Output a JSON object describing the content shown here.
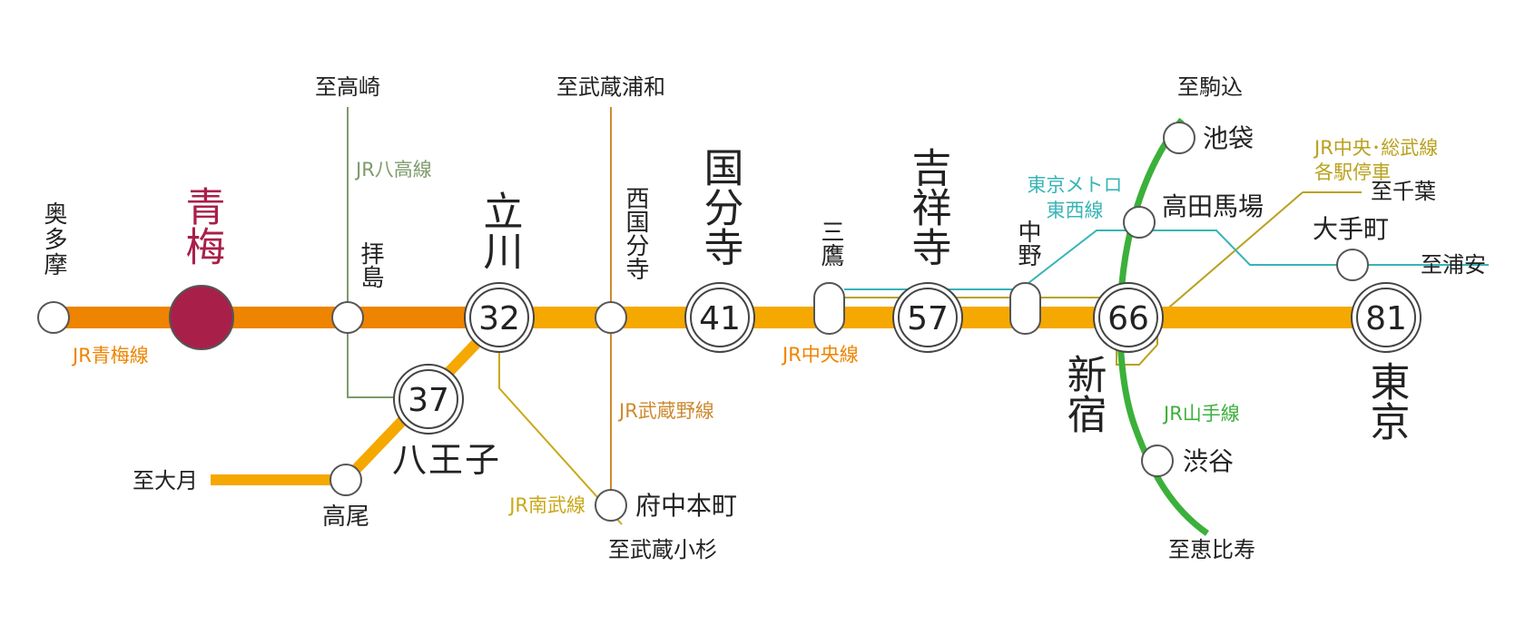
{
  "colors": {
    "ome_line": "#ee8400",
    "chuo_line": "#f5a800",
    "hachiko": "#7d9b6b",
    "musashino": "#cd8a2e",
    "nambu": "#c9a818",
    "tozai": "#38b4b7",
    "yamanote": "#3bb03a",
    "sobu": "#b9a11e",
    "ome_station": "#a8204a"
  },
  "stations": {
    "okutama": "奥多摩",
    "ome": "青梅",
    "haijima": "拝島",
    "tachikawa": "立川",
    "tachikawa_min": "32",
    "hachioji": "八王子",
    "hachioji_min": "37",
    "takao": "高尾",
    "nishikokubunji": "西国分寺",
    "fuchuhommachi": "府中本町",
    "kokubunji": "国分寺",
    "kokubunji_min": "41",
    "mitaka": "三鷹",
    "kichijoji": "吉祥寺",
    "kichijoji_min": "57",
    "nakano": "中野",
    "shinjuku": "新宿",
    "shinjuku_min": "66",
    "ikebukuro": "池袋",
    "takadanobaba": "高田馬場",
    "shibuya": "渋谷",
    "otemachi": "大手町",
    "tokyo": "東京",
    "tokyo_min": "81"
  },
  "destinations": {
    "takasaki": "至高崎",
    "musashiurawa": "至武蔵浦和",
    "komagome": "至駒込",
    "chiba": "至千葉",
    "urayasu": "至浦安",
    "otsuki": "至大月",
    "musashikosugi": "至武蔵小杉",
    "ebisu": "至恵比寿"
  },
  "lines": {
    "ome": "JR青梅線",
    "hachiko": "JR八高線",
    "musashino": "JR武蔵野線",
    "nambu": "JR南武線",
    "chuo": "JR中央線",
    "tozai_1": "東京メトロ",
    "tozai_2": "東西線",
    "yamanote": "JR山手線",
    "sobu_1": "JR中央･総武線",
    "sobu_2": "各駅停車"
  }
}
